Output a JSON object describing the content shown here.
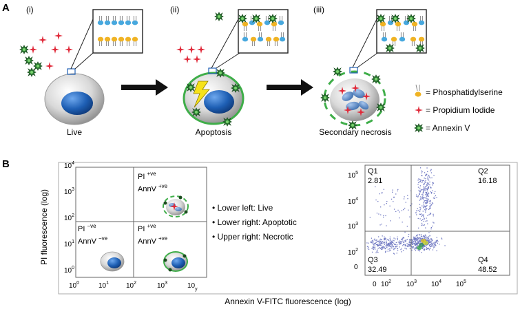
{
  "panel_a": {
    "label": "A",
    "stages": [
      {
        "numeral": "(i)",
        "caption": "Live"
      },
      {
        "numeral": "(ii)",
        "caption": "Apoptosis"
      },
      {
        "numeral": "(iii)",
        "caption": "Secondary necrosis"
      }
    ],
    "legend": [
      {
        "icon": "phospholipid-icon",
        "text": "= Phosphatidylserine"
      },
      {
        "icon": "propidium-iodide-icon",
        "text": "= Propidium Iodide"
      },
      {
        "icon": "annexin-v-icon",
        "text": "= Annexin V"
      }
    ],
    "colors": {
      "membrane_blue": "#47a8de",
      "ps_yellow": "#f0b323",
      "pi_red": "#e02a3a",
      "annexin_green": "#3fae49",
      "nucleus_blue": "#1e5fb4",
      "lightning_yellow": "#f6e21a"
    }
  },
  "panel_b": {
    "label": "B",
    "ylabel": "PI fluorescence (log)",
    "xlabel": "Annexin V-FITC fluorescence (log)",
    "schematic": {
      "x_ticks": [
        {
          "base": "10",
          "exp": "0"
        },
        {
          "base": "10",
          "exp": "1"
        },
        {
          "base": "10",
          "exp": "2"
        },
        {
          "base": "10",
          "exp": "3"
        },
        {
          "base": "10",
          "exp": "y"
        }
      ],
      "y_ticks": [
        {
          "base": "10",
          "exp": "0"
        },
        {
          "base": "10",
          "exp": "1"
        },
        {
          "base": "10",
          "exp": "2"
        },
        {
          "base": "10",
          "exp": "3"
        },
        {
          "base": "10",
          "exp": "4"
        }
      ],
      "quadrants": {
        "upper_right": {
          "pi": "PI",
          "pi_sign": "+ve",
          "ann": "AnnV",
          "ann_sign": "+ve"
        },
        "lower_left": {
          "pi": "PI",
          "pi_sign": "−ve",
          "ann": "AnnV",
          "ann_sign": "−ve"
        },
        "lower_right": {
          "pi": "PI",
          "pi_sign": "+ve",
          "ann": "AnnV",
          "ann_sign": "+ve"
        }
      },
      "notes": [
        "• Lower left: Live",
        "• Lower right: Apoptotic",
        "• Upper right: Necrotic"
      ]
    },
    "flow_plot": {
      "x_ticks": [
        "0",
        "10",
        "10",
        "10",
        "10"
      ],
      "x_exps": [
        "",
        "2",
        "3",
        "4",
        "5"
      ],
      "y_ticks": [
        "10",
        "10",
        "10",
        "10",
        "0"
      ],
      "y_exps": [
        "5",
        "4",
        "3",
        "2",
        ""
      ],
      "quadrants": [
        {
          "name": "Q1",
          "value": "2.81"
        },
        {
          "name": "Q2",
          "value": "16.18"
        },
        {
          "name": "Q3",
          "value": "32.49"
        },
        {
          "name": "Q4",
          "value": "48.52"
        }
      ],
      "dot_color": "#6f78c2"
    }
  }
}
